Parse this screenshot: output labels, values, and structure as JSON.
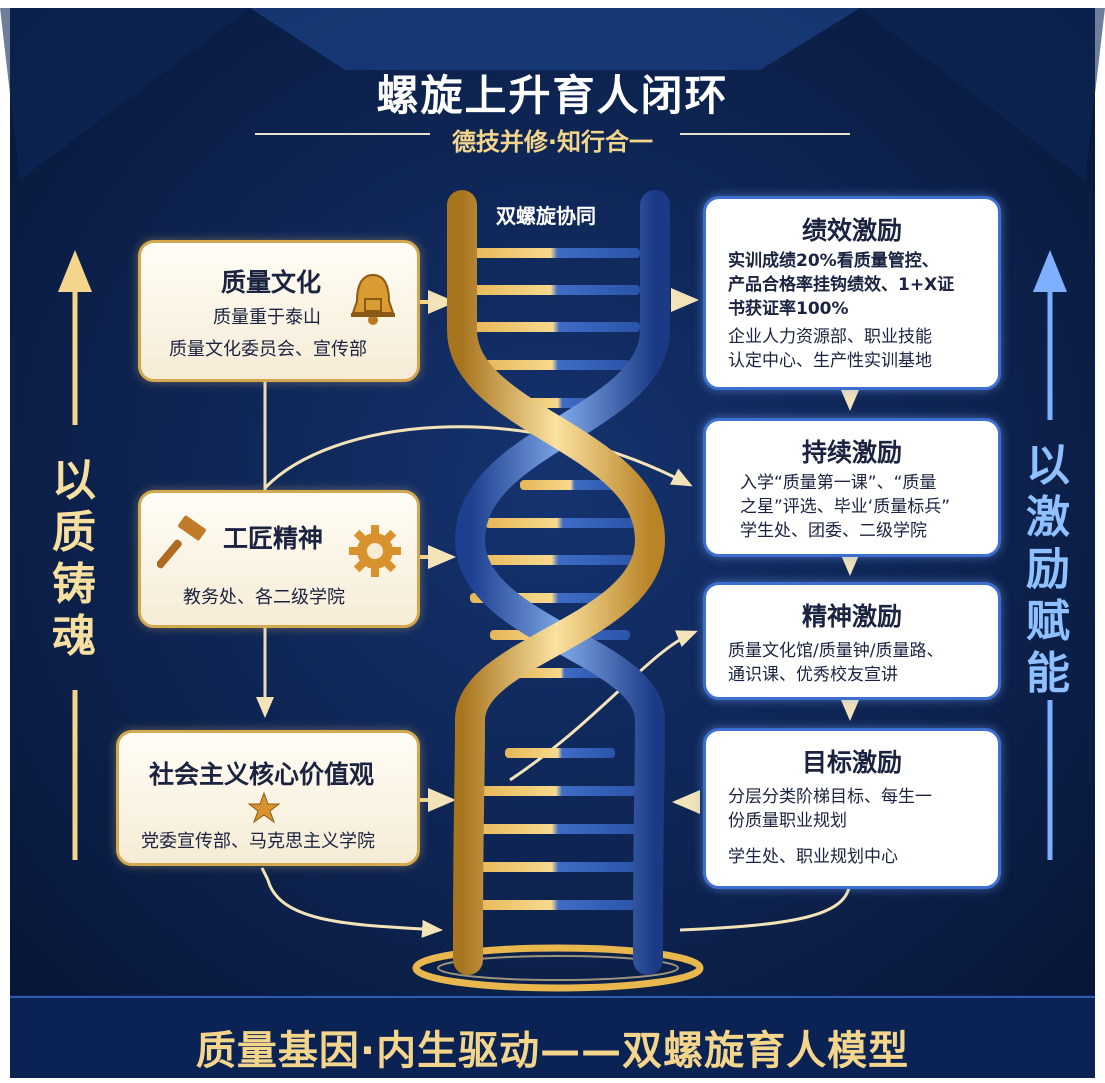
{
  "title": "螺旋上升育人闭环",
  "subtitle": "德技并修·知行合一",
  "dna_label": "双螺旋协同",
  "footer": "质量基因·内生驱动——双螺旋育人模型",
  "side_left": "以质铸魂",
  "side_right": "以激励赋能",
  "left_boxes": {
    "quality": {
      "title": "质量文化",
      "motto": "质量重于泰山",
      "org": "质量文化委员会、宣传部",
      "icon": "bell-icon"
    },
    "craftsman": {
      "title": "工匠精神",
      "org": "教务处、各二级学院",
      "icon": "hammer-icon",
      "icon2": "gear-icon"
    },
    "values": {
      "title": "社会主义核心价值观",
      "org": "党委宣传部、马克思主义学院",
      "icon": "star-icon"
    }
  },
  "right_boxes": {
    "performance": {
      "title": "绩效激励",
      "line1": "实训成绩20%看质量管控、",
      "line2": "产品合格率挂钩绩效、1+X证",
      "line3": "书获证率100%",
      "line4": "企业人力资源部、职业技能",
      "line5": "认定中心、生产性实训基地"
    },
    "continuous": {
      "title": "持续激励",
      "line1": "入学“质量第一课”、“质量",
      "line2": "之星”评选、毕业‘质量标兵”",
      "line3": "学生处、团委、二级学院"
    },
    "spirit": {
      "title": "精神激励",
      "line1": "质量文化馆/质量钟/质量路、",
      "line2": "通识课、优秀校友宣讲"
    },
    "goal": {
      "title": "目标激励",
      "line1": "分层分类阶梯目标、每生一",
      "line2": "份质量职业规划",
      "line3": "学生处、职业规划中心"
    }
  },
  "colors": {
    "navy": "#0a1f4d",
    "gold": "#e8b84f",
    "blue": "#2f63c8"
  }
}
